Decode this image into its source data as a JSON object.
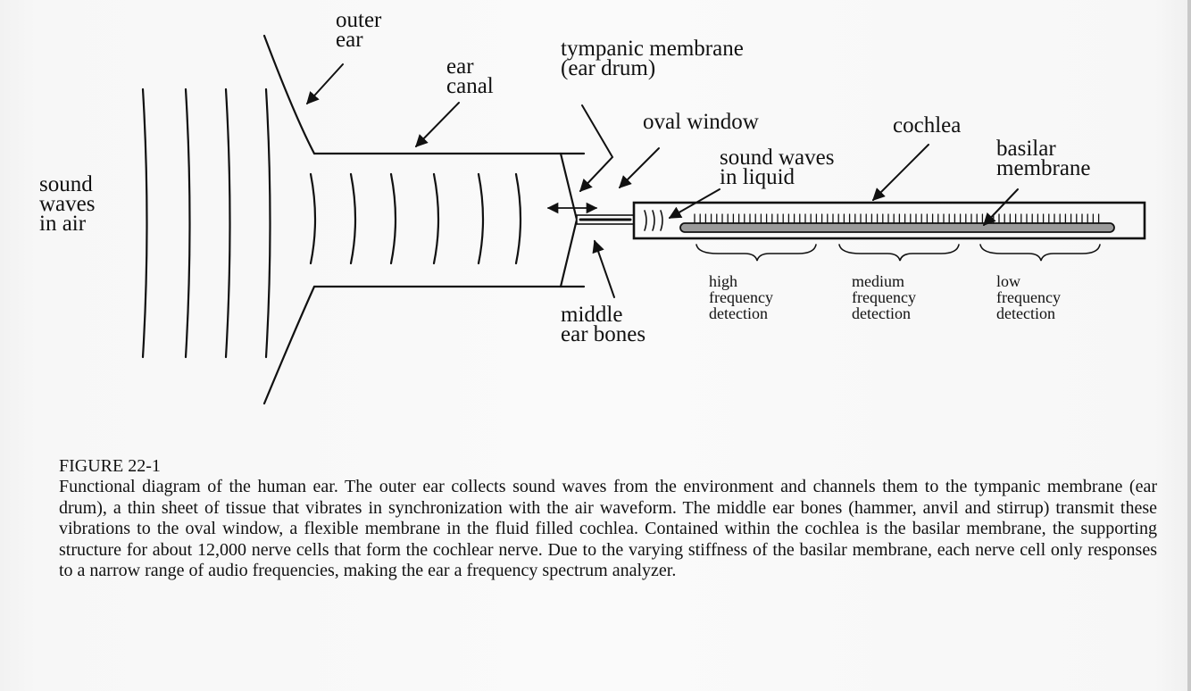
{
  "diagram": {
    "labels": {
      "outer_ear": "outer\near",
      "ear_canal": "ear\ncanal",
      "sound_waves_in_air": "sound\nwaves\nin air",
      "tympanic_membrane": "tympanic membrane\n(ear drum)",
      "oval_window": "oval window",
      "cochlea": "cochlea",
      "sound_waves_in_liquid": "sound waves\nin liquid",
      "basilar_membrane": "basilar\nmembrane",
      "middle_ear_bones": "middle\near bones",
      "high_frequency": "high\nfrequency\ndetection",
      "medium_frequency": "medium\nfrequency\ndetection",
      "low_frequency": "low\nfrequency\ndetection"
    }
  },
  "caption": {
    "figure_number": "FIGURE 22-1",
    "text": "Functional diagram of the human ear.  The outer ear collects sound waves from the environment and channels them to the tympanic membrane (ear drum), a thin sheet of tissue that vibrates in synchronization with the air waveform.  The middle ear bones (hammer, anvil and stirrup) transmit these vibrations to the oval window, a flexible membrane in the fluid filled cochlea.  Contained within the cochlea is the basilar membrane, the supporting structure for about 12,000 nerve cells that form the cochlear nerve.  Due to the varying stiffness of the basilar membrane, each nerve cell only responses to a narrow range of audio frequencies, making the ear a frequency spectrum analyzer."
  },
  "colors": {
    "ink": "#111111",
    "membrane_fill": "#9a9a9a"
  }
}
